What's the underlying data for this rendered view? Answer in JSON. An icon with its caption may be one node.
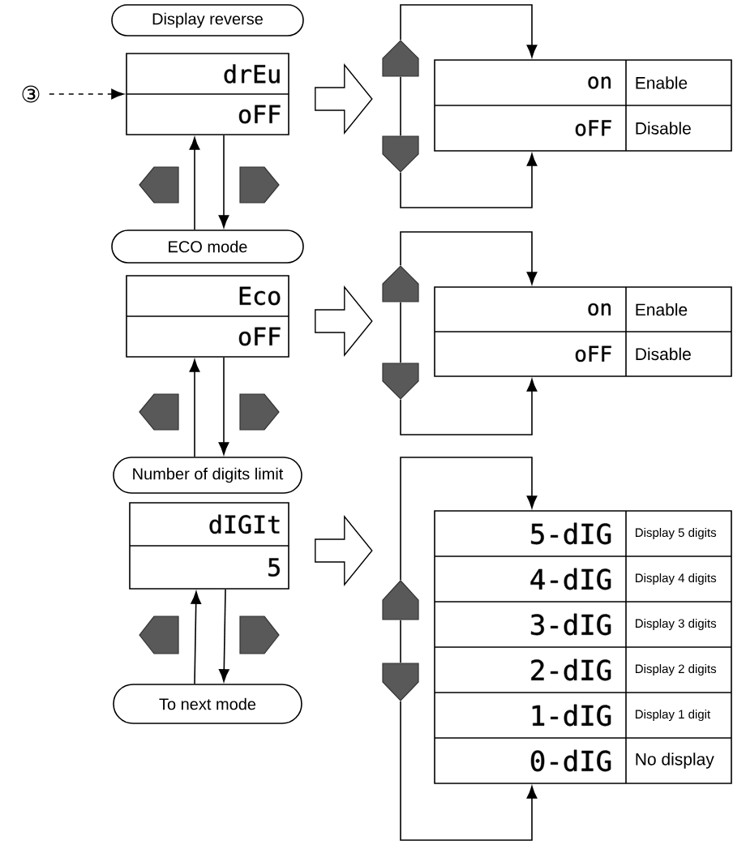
{
  "diagram": {
    "nodes": [
      {
        "text": [
          "Display reverse"
        ]
      },
      {
        "text": [
          "drEu",
          "oFF"
        ]
      },
      {
        "text": [
          "ECO mode"
        ]
      },
      {
        "text": [
          "Eco",
          "oFF"
        ]
      },
      {
        "text": [
          "Number of digits limit"
        ]
      },
      {
        "text": [
          "dIGIt",
          "5"
        ]
      },
      {
        "text": [
          "To next mode"
        ]
      },
      {
        "text": [
          "③"
        ]
      },
      {
        "text": [
          "on",
          "Enable",
          "oFF",
          "Disable"
        ]
      },
      {
        "text": [],
        "shape": "pentagon"
      },
      {
        "text": [],
        "shape": "pentagon"
      },
      {
        "text": [
          "on",
          "Enable",
          "oFF",
          "Disable"
        ]
      },
      {
        "text": [],
        "shape": "pentagon"
      },
      {
        "text": [],
        "shape": "pentagon"
      },
      {
        "text": [
          "5-dIG",
          "Display 5 digits",
          "4-dIG",
          "Display 4 digits",
          "3-dIG",
          "Display 3 digits",
          "2-dIG",
          "Display 2 digits",
          "1-dIG",
          "Display 1 digit",
          "0-dIG",
          "No display"
        ]
      },
      {
        "text": [],
        "shape": "pentagon"
      },
      {
        "text": [],
        "shape": "pentagon"
      }
    ],
    "edges": [
      {
        "from": 7,
        "to": 1,
        "arrow": "to",
        "style": "dashed"
      },
      {
        "from": 1,
        "to": 2,
        "arrow": "to"
      },
      {
        "from": 2,
        "to": 1,
        "arrow": "to"
      },
      {
        "from": 3,
        "to": 4,
        "arrow": "to"
      },
      {
        "from": 4,
        "to": 3,
        "arrow": "to"
      },
      {
        "from": 5,
        "to": 6,
        "arrow": "to"
      },
      {
        "from": 6,
        "to": 5,
        "arrow": "to"
      },
      {
        "from": 1,
        "to": 8,
        "arrow": "to"
      },
      {
        "from": 3,
        "to": 11,
        "arrow": "to"
      },
      {
        "from": 5,
        "to": 14,
        "arrow": "to"
      },
      {
        "from": 9,
        "to": 8,
        "arrow": "to"
      },
      {
        "from": 10,
        "to": 8,
        "arrow": "to"
      },
      {
        "from": 9,
        "to": 10,
        "arrow": "none"
      },
      {
        "from": 12,
        "to": 11,
        "arrow": "to"
      },
      {
        "from": 13,
        "to": 11,
        "arrow": "to"
      },
      {
        "from": 12,
        "to": 13,
        "arrow": "none"
      },
      {
        "from": 15,
        "to": 14,
        "arrow": "to"
      },
      {
        "from": 16,
        "to": 14,
        "arrow": "to"
      },
      {
        "from": 15,
        "to": 16,
        "arrow": "none"
      }
    ]
  }
}
